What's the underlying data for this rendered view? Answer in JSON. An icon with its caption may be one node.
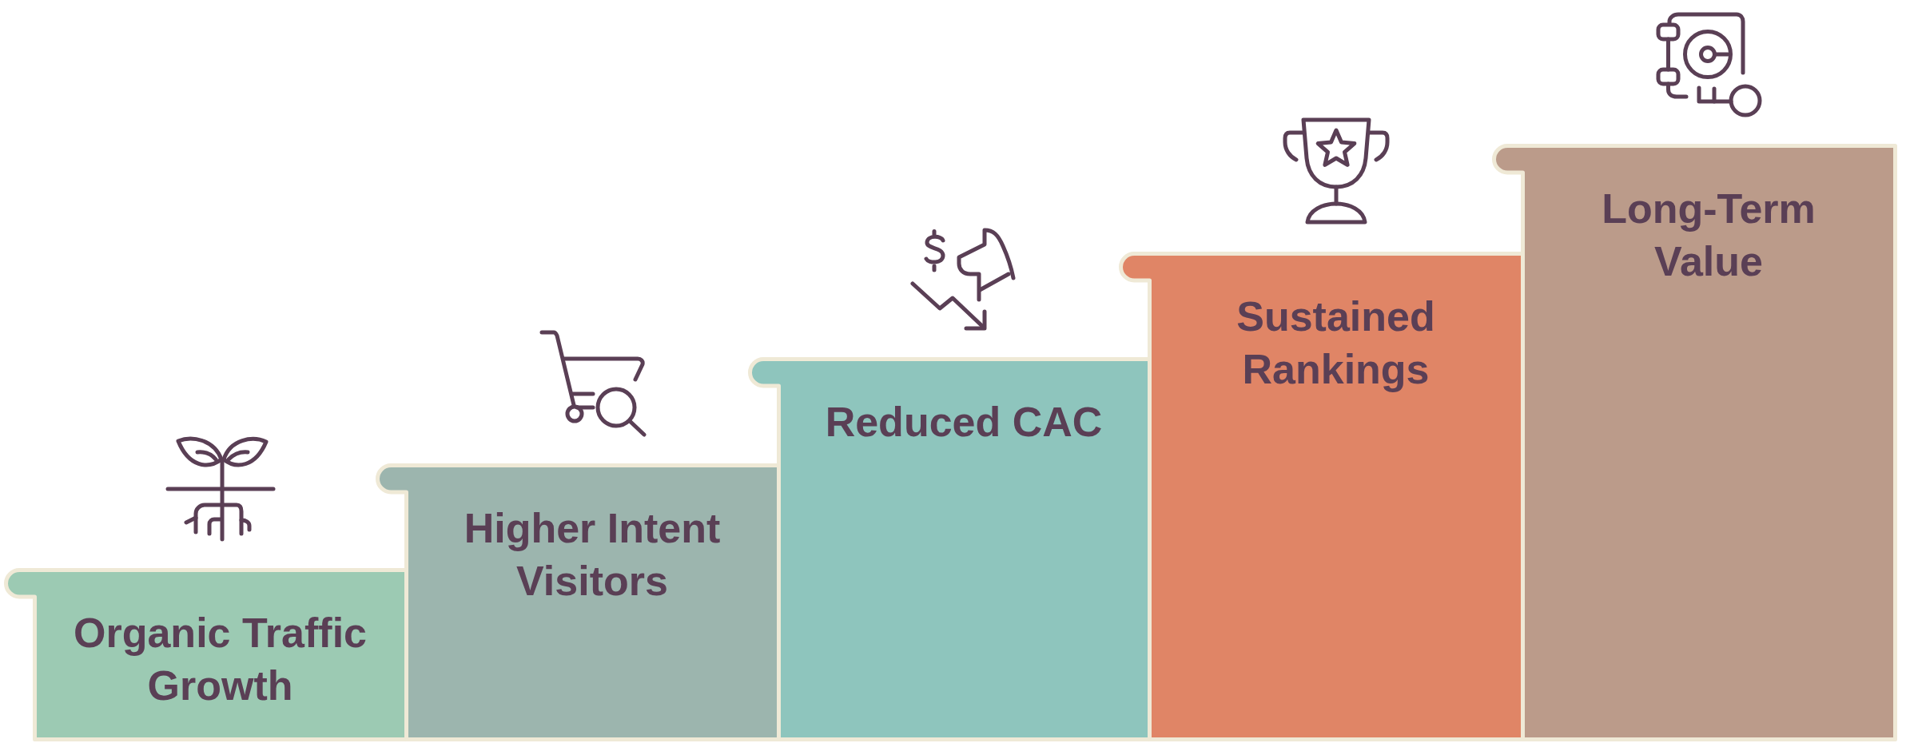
{
  "diagram": {
    "nodes": [
      {
        "text": [
          "Organic Traffic Growth"
        ]
      },
      {
        "text": [
          "Higher Intent Visitors"
        ]
      },
      {
        "text": [
          "Reduced CAC"
        ]
      },
      {
        "text": [
          "Sustained Rankings"
        ]
      },
      {
        "text": [
          "Long-Term Value"
        ]
      }
    ]
  }
}
